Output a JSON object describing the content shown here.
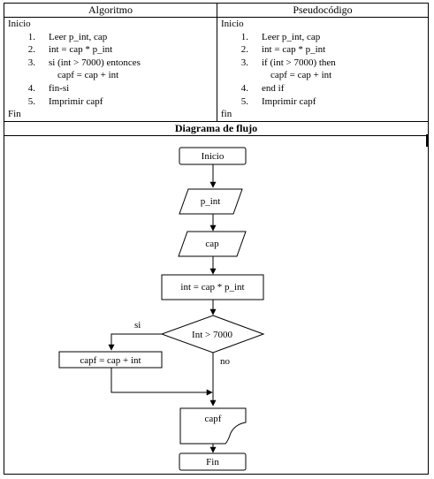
{
  "table": {
    "left_header": "Algoritmo",
    "right_header": "Pseudocódigo",
    "algorithm": {
      "start": "Inicio",
      "steps": [
        {
          "num": "1.",
          "text": "Leer p_int, cap"
        },
        {
          "num": "2.",
          "text": "int = cap * p_int"
        },
        {
          "num": "3.",
          "text": "si (int > 7000) entonces"
        },
        {
          "num": "",
          "text": "capf = cap + int"
        },
        {
          "num": "4.",
          "text": "fin-si"
        },
        {
          "num": "5.",
          "text": "Imprimir capf"
        }
      ],
      "end": "Fin"
    },
    "pseudocode": {
      "start": "Inicio",
      "steps": [
        {
          "num": "1.",
          "text": "Leer p_int, cap"
        },
        {
          "num": "2.",
          "text": "int = cap * p_int"
        },
        {
          "num": "3.",
          "text": "if (int > 7000) then"
        },
        {
          "num": "",
          "text": "capf = cap + int"
        },
        {
          "num": "4.",
          "text": "end if"
        },
        {
          "num": "5.",
          "text": "Imprimir capf"
        }
      ],
      "end": "fin"
    }
  },
  "flowchart": {
    "title": "Diagrama de flujo",
    "start_label": "Inicio",
    "input1_label": "p_int",
    "input2_label": "cap",
    "process1_label": "int = cap * p_int",
    "decision_label": "Int > 7000",
    "yes_label": "si",
    "no_label": "no",
    "process2_label": "capf = cap + int",
    "output_label": "capf",
    "end_label": "Fin"
  }
}
